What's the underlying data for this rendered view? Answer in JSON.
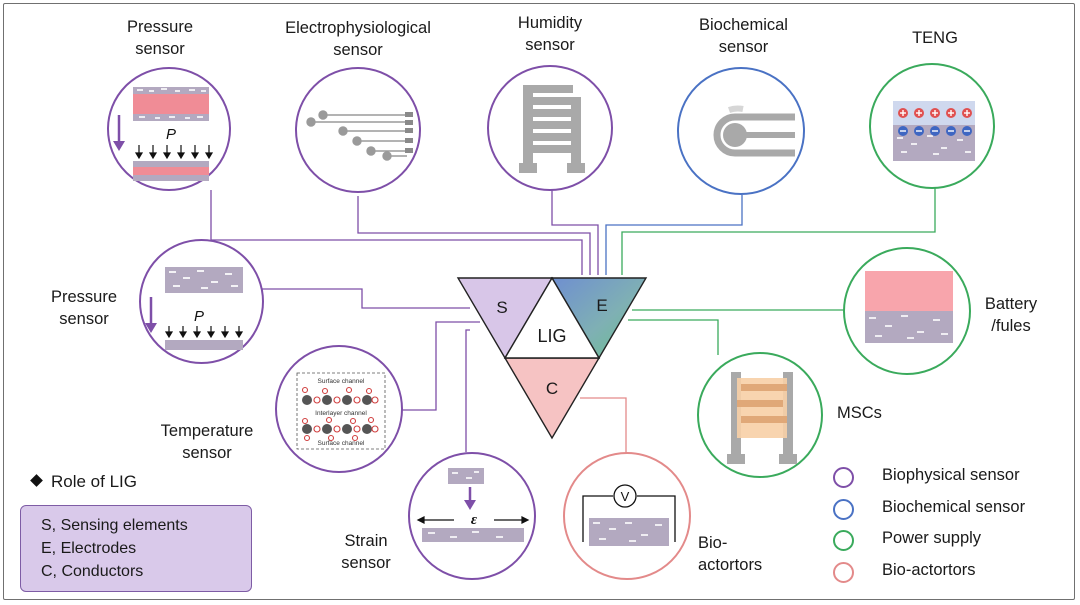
{
  "nodes": {
    "pressure_top": {
      "label": "Pressure sensor",
      "lines": [
        "Pressure",
        "sensor"
      ],
      "symbol": "P"
    },
    "electrophysiological": {
      "label": "Electrophysiological sensor",
      "lines": [
        "Electrophysiological",
        "sensor"
      ]
    },
    "humidity": {
      "label": "Humidity sensor",
      "lines": [
        "Humidity",
        "sensor"
      ]
    },
    "biochemical": {
      "label": "Biochemical sensor",
      "lines": [
        "Biochemical",
        "sensor"
      ]
    },
    "teng": {
      "label": "TENG",
      "lines": [
        "TENG"
      ]
    },
    "pressure_left": {
      "label": "Pressure sensor",
      "lines": [
        "Pressure",
        "sensor"
      ],
      "symbol": "P"
    },
    "temperature": {
      "label": "Temperature sensor",
      "lines": [
        "Temperature",
        "sensor"
      ],
      "channels": [
        "Surface channel",
        "Interlayer channel",
        "Surface channel"
      ]
    },
    "strain": {
      "label": "Strain sensor",
      "lines": [
        "Strain",
        "sensor"
      ],
      "symbol": "ε"
    },
    "bioactortors": {
      "label": "Bio-actortors",
      "lines": [
        "Bio-",
        "actortors"
      ],
      "symbol": "V"
    },
    "battery": {
      "label": "Battery /fules",
      "lines": [
        "Battery",
        "/fules"
      ]
    },
    "mscs": {
      "label": "MSCs",
      "lines": [
        "MSCs"
      ]
    }
  },
  "triangle": {
    "center": "LIG",
    "s": "S",
    "e": "E",
    "c": "C"
  },
  "role": {
    "title": "Role of LIG",
    "items": [
      "S, Sensing elements",
      "E, Electrodes",
      "C, Conductors"
    ]
  },
  "legend": [
    {
      "label": "Biophysical sensor",
      "color": "#7e4fa8"
    },
    {
      "label": "Biochemical sensor",
      "color": "#4a72c4"
    },
    {
      "label": "Power supply",
      "color": "#3aaa5c"
    },
    {
      "label": "Bio-actortors",
      "color": "#e38a8a"
    }
  ],
  "colors": {
    "biophysical": "#7e4fa8",
    "biochemical": "#4a72c4",
    "power": "#3aaa5c",
    "actuator": "#e38a8a",
    "triangle_s": "#d8c6e8",
    "triangle_c": "#f6c3c3",
    "electrode_gray": "#a9a9a9",
    "pink_layer": "#f08c96"
  }
}
